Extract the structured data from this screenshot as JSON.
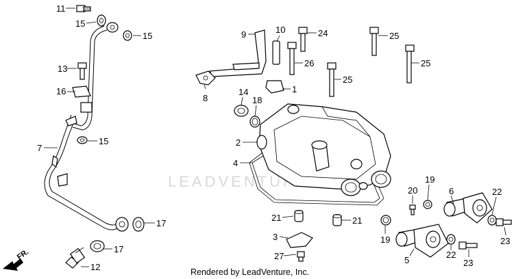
{
  "watermark": "LEADVENTURE",
  "footer": "Rendered by LeadVenture, Inc.",
  "direction_arrow": {
    "label": "FR.",
    "icon": "front-direction-arrow-icon"
  },
  "callouts": {
    "c1": "1",
    "c2": "2",
    "c3": "3",
    "c4": "4",
    "c5": "5",
    "c6": "6",
    "c7": "7",
    "c8": "8",
    "c9": "9",
    "c10": "10",
    "c11": "11",
    "c12": "12",
    "c13": "13",
    "c14": "14",
    "c15a": "15",
    "c15b": "15",
    "c15c": "15",
    "c16": "16",
    "c17a": "17",
    "c17b": "17",
    "c18": "18",
    "c19a": "19",
    "c19b": "19",
    "c20": "20",
    "c21a": "21",
    "c21b": "21",
    "c22a": "22",
    "c22b": "22",
    "c23a": "23",
    "c23b": "23",
    "c24": "24",
    "c25a": "25",
    "c25b": "25",
    "c25c": "25",
    "c26": "26",
    "c27": "27"
  }
}
